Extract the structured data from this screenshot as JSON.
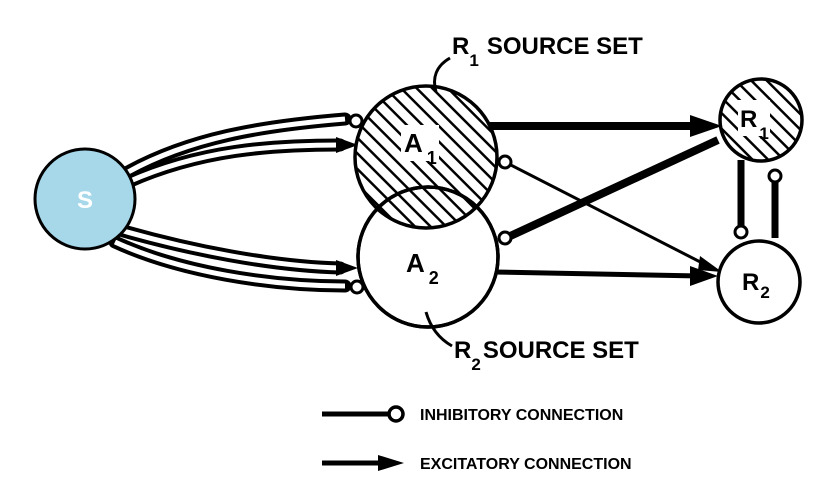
{
  "nodes": {
    "s": {
      "label": "S",
      "fill": "#a6d8ea"
    },
    "a1": {
      "label": "A",
      "sub": "1"
    },
    "a2": {
      "label": "A",
      "sub": "2"
    },
    "r1": {
      "label": "R",
      "sub": "1"
    },
    "r2": {
      "label": "R",
      "sub": "2"
    }
  },
  "source_sets": {
    "r1": {
      "prefix": "R",
      "sub": "1",
      "text": "SOURCE SET"
    },
    "r2": {
      "prefix": "R",
      "sub": "2",
      "text": "SOURCE SET"
    }
  },
  "legend": {
    "inhibitory": "INHIBITORY CONNECTION",
    "excitatory": "EXCITATORY CONNECTION"
  }
}
